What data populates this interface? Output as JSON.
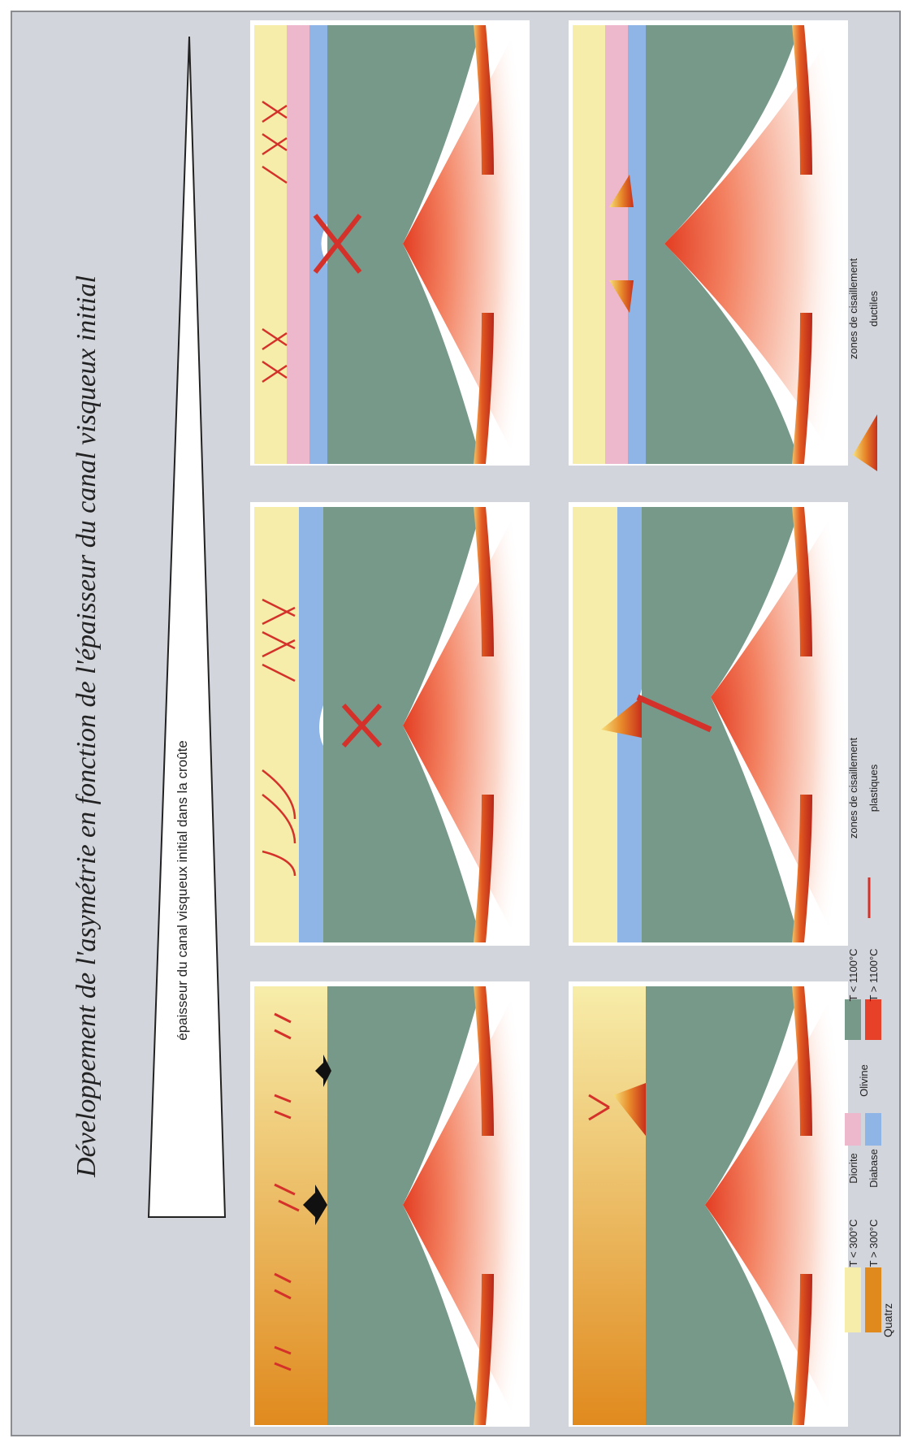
{
  "title": "Développement de l'asymétrie en fonction de l'épaisseur du canal visqueux initial",
  "wedge_label": "épaisseur du canal visqueux initial dans la croûte",
  "legend": {
    "quartz": "Quatrz",
    "quartz_cold": "T < 300°C",
    "quartz_hot": "T > 300°C",
    "diorite": "Diorite",
    "diabase": "Diabase",
    "olivine": "Olivine",
    "olivine_cold": "T < 1100°C",
    "olivine_hot": "T > 1100°C",
    "plastic_line1": "zones de cisaillement",
    "plastic_line2": "plastiques",
    "ductile_line1": "zones de cisaillement",
    "ductile_line2": "ductiles"
  },
  "colors": {
    "background": "#d3d5dc",
    "quartz_cold": "#f7edaa",
    "quartz_hot": "#e08a1e",
    "diorite": "#eeb8cc",
    "diabase": "#8fb4e6",
    "olivine_cold": "#76998a",
    "olivine_hot": "#e8412a",
    "plastic_shear": "#d4312a",
    "ductile_shear": "#cf3a12"
  },
  "panels": [
    {
      "id": "top-left",
      "model": "quartz-only"
    },
    {
      "id": "top-middle",
      "model": "quartz-diabase"
    },
    {
      "id": "top-right",
      "model": "quartz-diorite-diabase"
    },
    {
      "id": "bottom-left",
      "model": "quartz-only"
    },
    {
      "id": "bottom-middle",
      "model": "quartz-diabase"
    },
    {
      "id": "bottom-right",
      "model": "quartz-diorite-diabase"
    }
  ]
}
